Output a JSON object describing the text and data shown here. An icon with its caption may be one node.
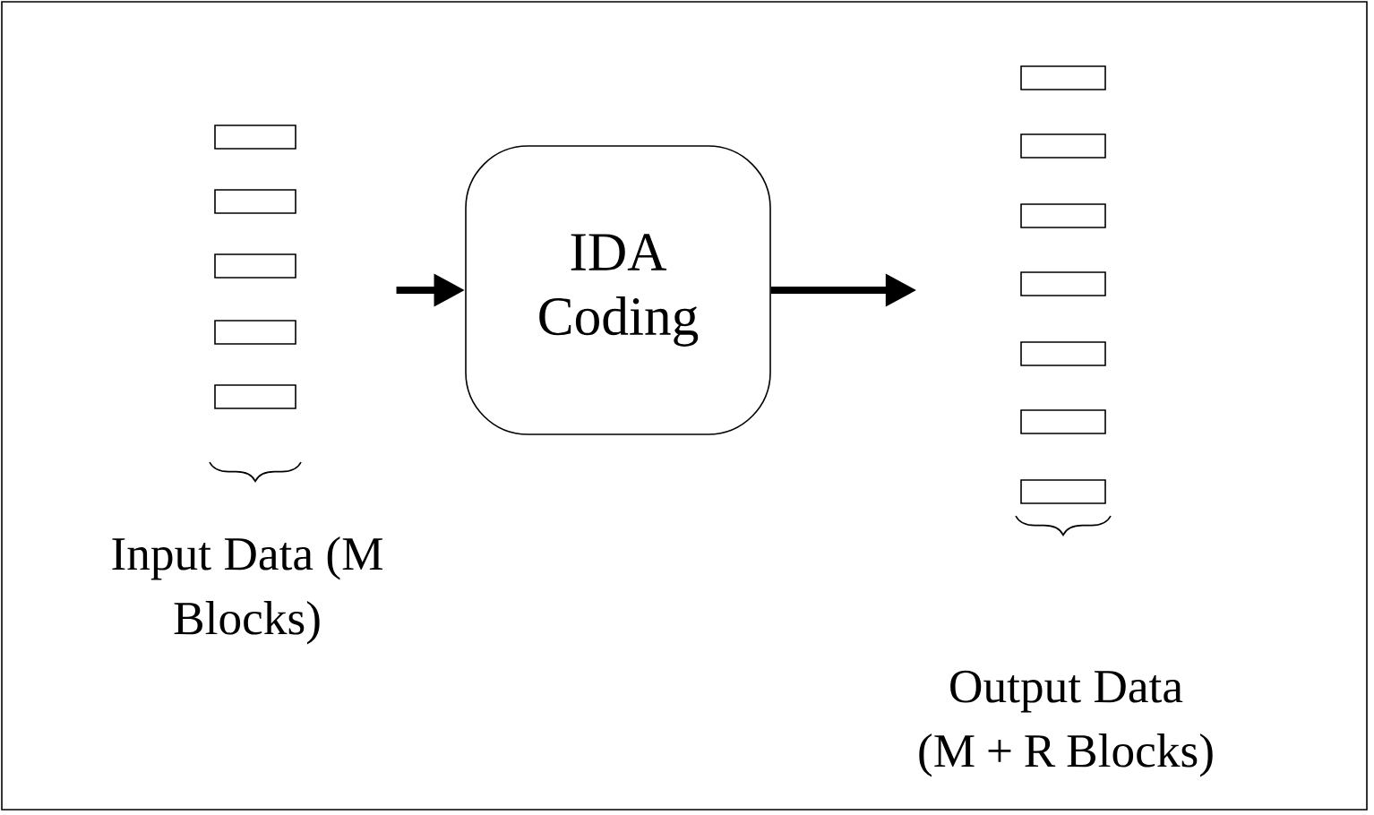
{
  "diagram": {
    "nodes": [
      {
        "text": [
          "Input Data (M Blocks)"
        ]
      },
      {
        "text": [
          "IDA Coding"
        ]
      },
      {
        "text": [
          "Output Data (M + R Blocks)"
        ]
      }
    ],
    "edges": [
      {
        "from": 0,
        "to": 1,
        "arrow": "to"
      },
      {
        "from": 1,
        "to": 2,
        "arrow": "to"
      }
    ]
  }
}
